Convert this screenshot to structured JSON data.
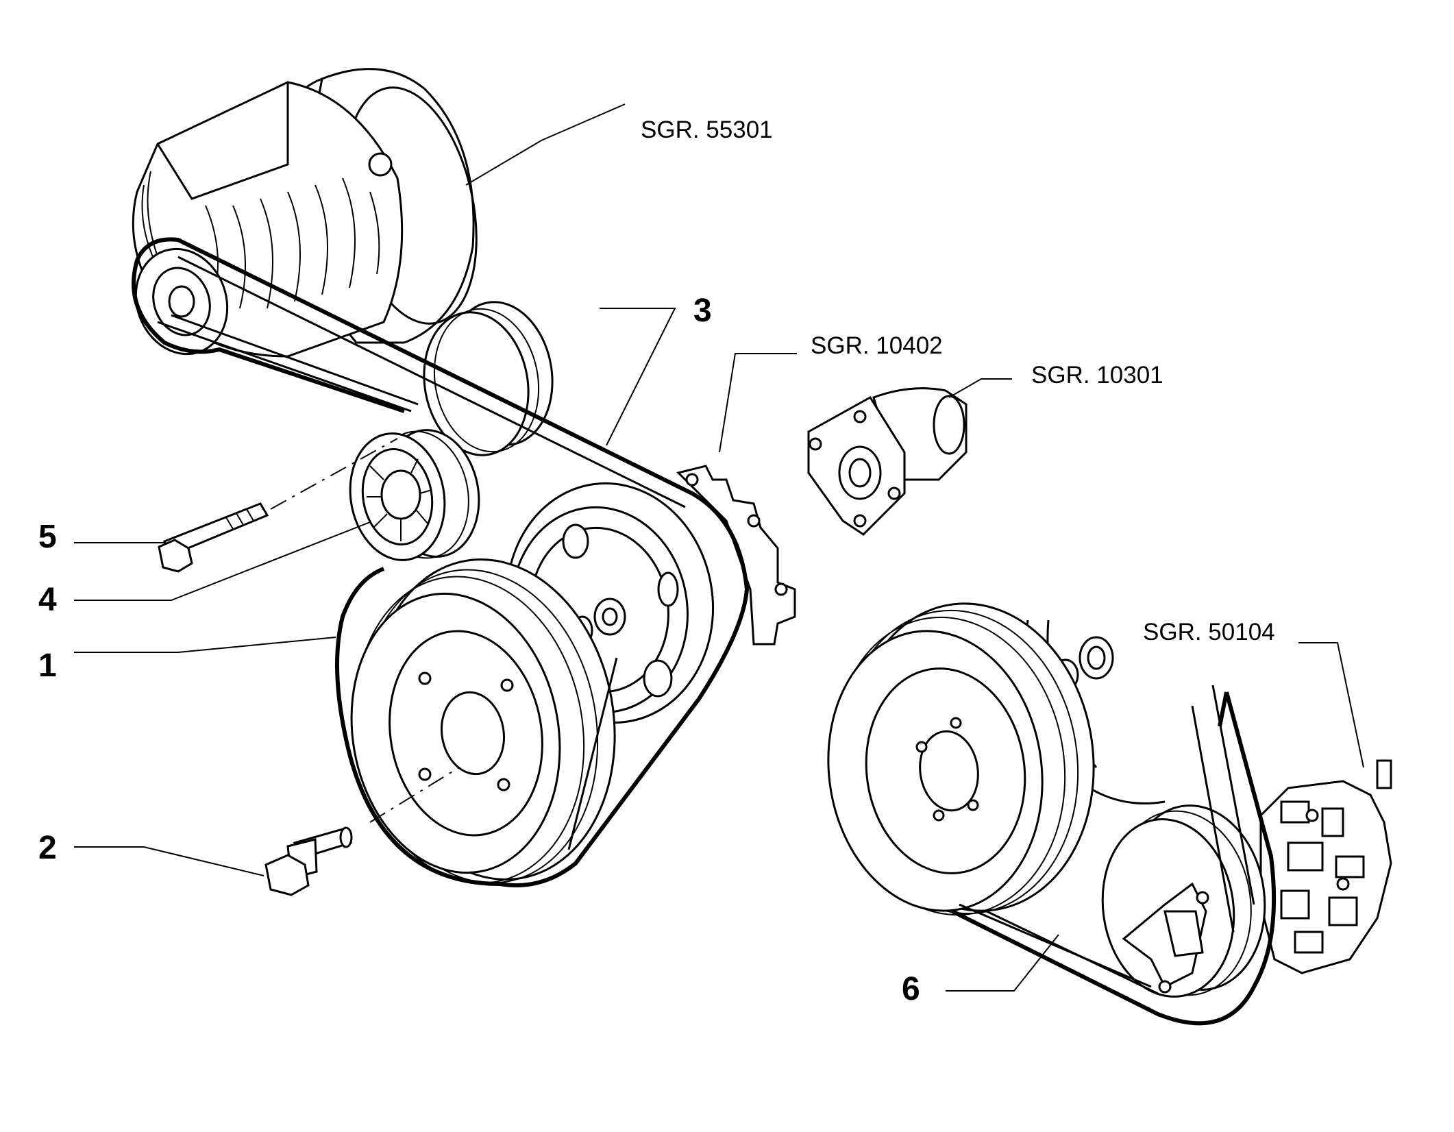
{
  "callouts": {
    "c1": "1",
    "c2": "2",
    "c3": "3",
    "c4": "4",
    "c5": "5",
    "c6": "6"
  },
  "groups": {
    "g55301": "SGR. 55301",
    "g10402": "SGR. 10402",
    "g10301": "SGR. 10301",
    "g50104": "SGR. 50104"
  }
}
